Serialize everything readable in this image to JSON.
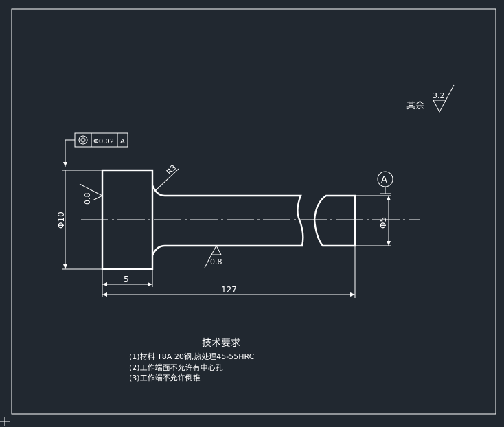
{
  "drawing": {
    "surface_note": {
      "label": "其余",
      "roughness": "3.2"
    },
    "tolerance_frame": {
      "symbol": "concentricity-icon",
      "value": "Φ0.02",
      "datum": "A"
    },
    "datum_marker": "A",
    "fillet": "R3",
    "roughness_left": "0.8",
    "roughness_bottom": "0.8",
    "dim_head_diameter": "Φ10",
    "dim_shaft_diameter": "Φ5",
    "dim_head_length": "5",
    "dim_total_length": "127"
  },
  "tech_requirements": {
    "title": "技术要求",
    "items": [
      "(1)材料 T8A  20钢,热处理45-55HRC",
      "(2)工作端面不允许有中心孔",
      "(3)工作端不允许倒锥"
    ]
  },
  "colors": {
    "background": "#212830",
    "lines": "#ffffff"
  }
}
